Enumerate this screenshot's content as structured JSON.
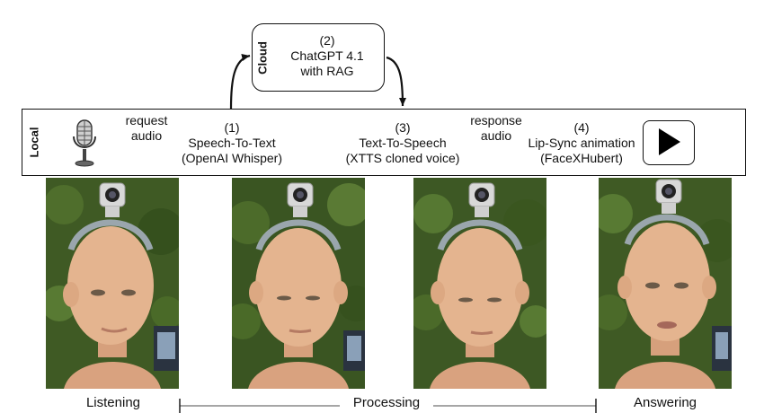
{
  "cloud": {
    "side_label": "Cloud",
    "step_number": "(2)",
    "line1": "ChatGPT 4.1",
    "line2": "with RAG"
  },
  "local": {
    "side_label": "Local"
  },
  "arrows": {
    "request_line1": "request",
    "request_line2": "audio",
    "response_line1": "response",
    "response_line2": "audio"
  },
  "steps": [
    {
      "number": "(1)",
      "line1": "Speech-To-Text",
      "line2": "(OpenAI Whisper)"
    },
    {
      "number": "(3)",
      "line1": "Text-To-Speech",
      "line2": "(XTTS cloned voice)"
    },
    {
      "number": "(4)",
      "line1": "Lip-Sync animation",
      "line2": "(FaceXHubert)"
    }
  ],
  "icons": {
    "microphone": "microphone-icon",
    "play": "play-icon"
  },
  "captions": {
    "listening": "Listening",
    "processing": "Processing",
    "answering": "Answering"
  },
  "colors": {
    "foliage": "#3f5a24",
    "skin": "#e4b48f",
    "camera": "#d8d8d8"
  }
}
